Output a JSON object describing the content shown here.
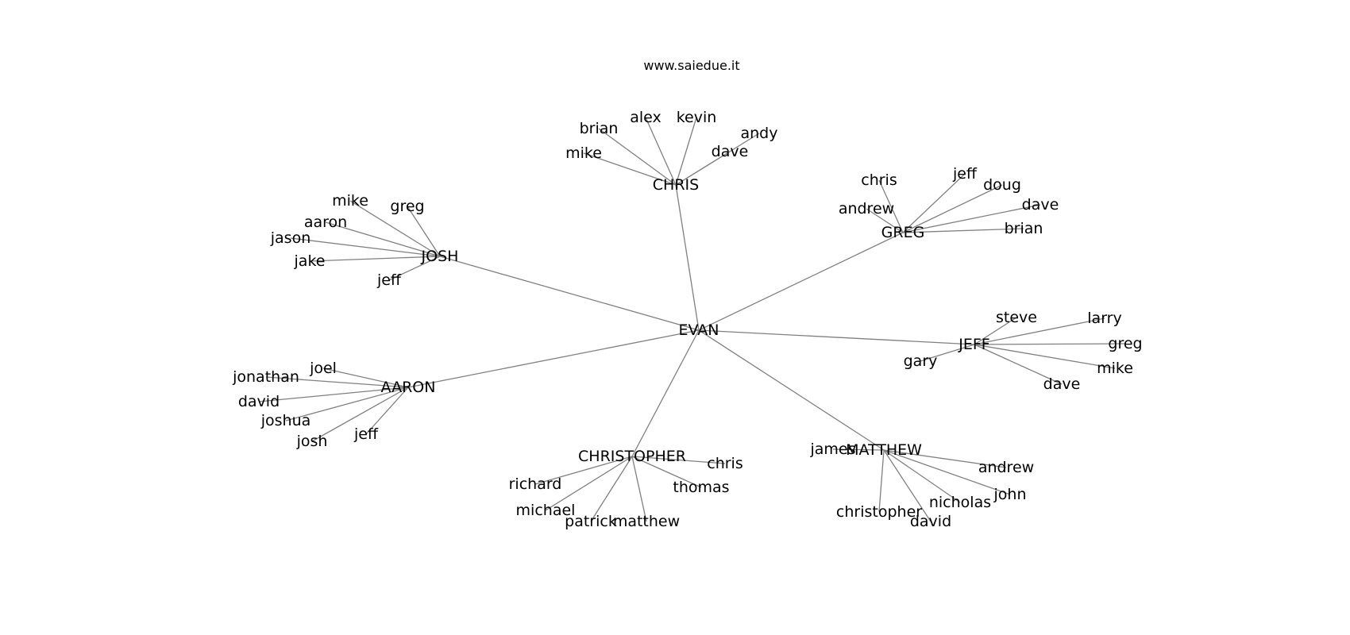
{
  "watermark": "www.saiedue.it",
  "colors": {
    "edge": "#808080",
    "text": "#000000",
    "background": "#ffffff"
  },
  "graph": {
    "root": "EVAN",
    "hubs": [
      {
        "id": "chris",
        "name": "CHRIS",
        "children": [
          "mike",
          "brian",
          "alex",
          "kevin",
          "andy",
          "dave"
        ]
      },
      {
        "id": "greg",
        "name": "GREG",
        "children": [
          "chris",
          "andrew",
          "jeff",
          "doug",
          "dave",
          "brian"
        ]
      },
      {
        "id": "josh",
        "name": "JOSH",
        "children": [
          "mike",
          "greg",
          "aaron",
          "jason",
          "jake",
          "jeff"
        ]
      },
      {
        "id": "jeff",
        "name": "JEFF",
        "children": [
          "steve",
          "larry",
          "greg",
          "gary",
          "mike",
          "dave"
        ]
      },
      {
        "id": "aaron",
        "name": "AARON",
        "children": [
          "joel",
          "jonathan",
          "david",
          "joshua",
          "josh",
          "jeff"
        ]
      },
      {
        "id": "christopher",
        "name": "CHRISTOPHER",
        "children": [
          "chris",
          "richard",
          "thomas",
          "michael",
          "patrick",
          "matthew"
        ]
      },
      {
        "id": "matthew",
        "name": "MATTHEW",
        "children": [
          "james",
          "andrew",
          "john",
          "nicholas",
          "christopher",
          "david"
        ]
      }
    ]
  }
}
